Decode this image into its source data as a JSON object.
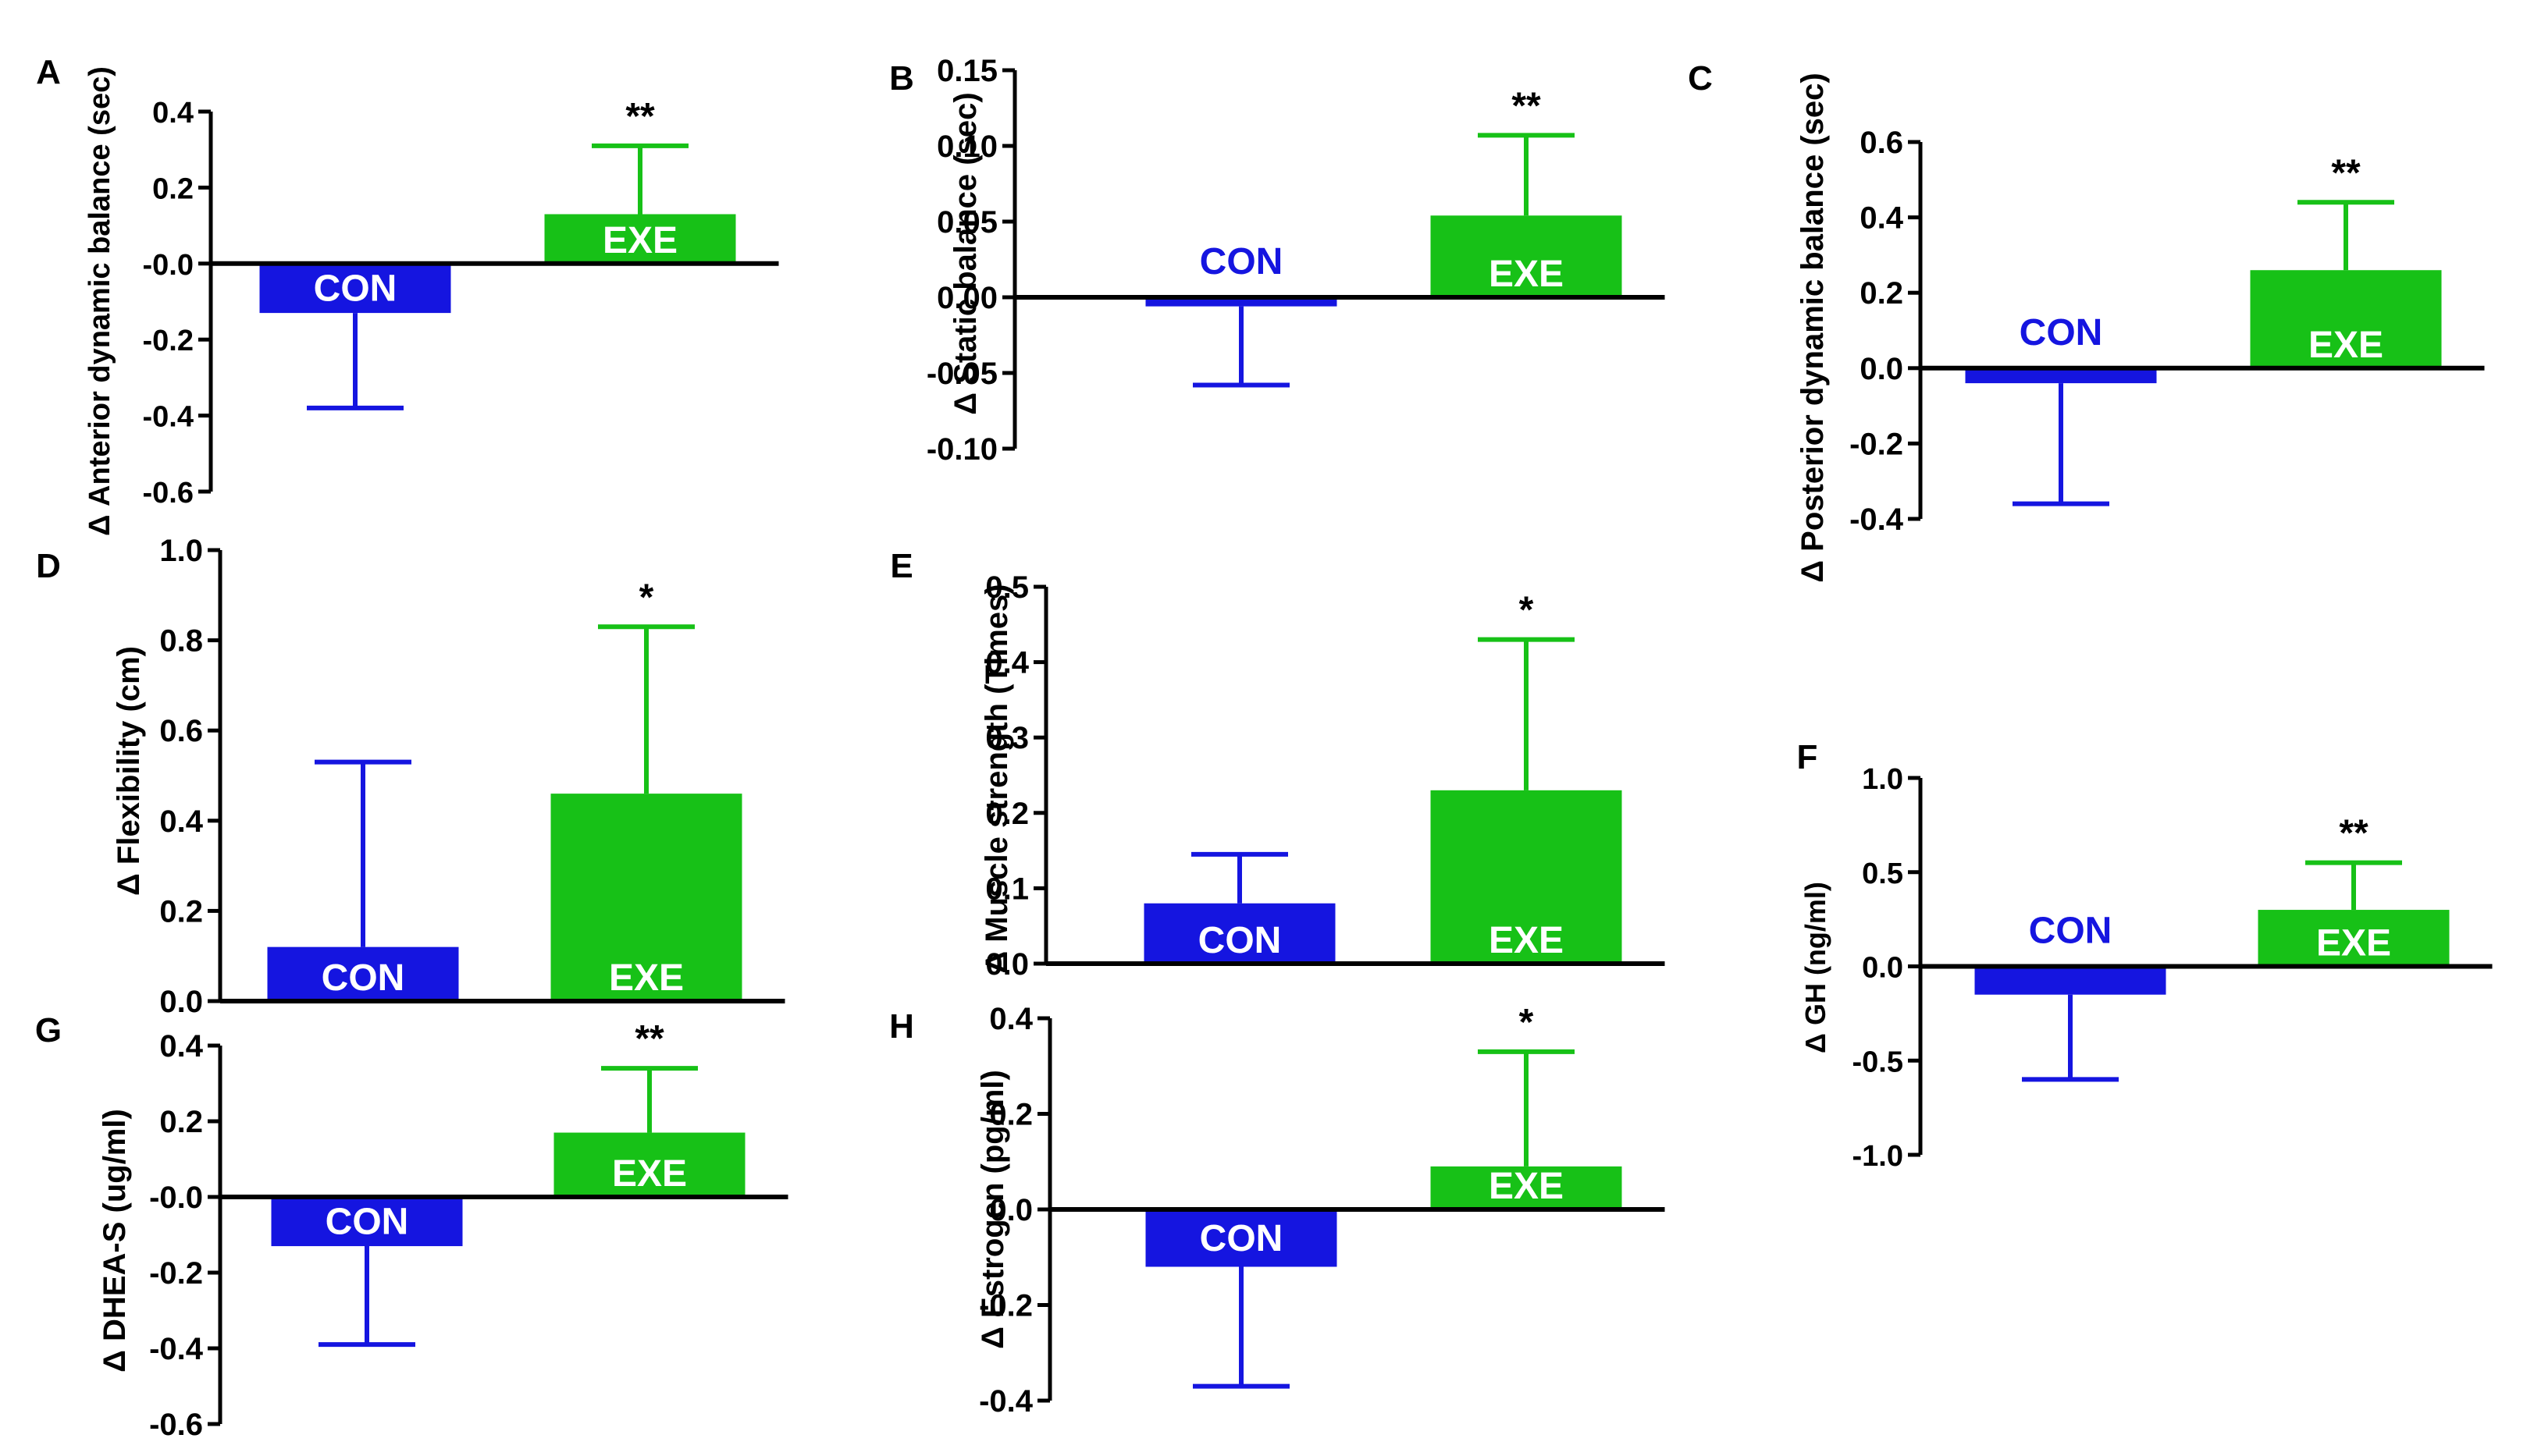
{
  "colors": {
    "con": "#1515e0",
    "exe": "#17c117",
    "axis": "#000000"
  },
  "chart_data": [
    {
      "panel": "A",
      "type": "bar",
      "ylabel": "Δ Anterior dynamic balance (sec)",
      "ticks": [
        "0.4",
        "0.2",
        "-0.0",
        "-0.2",
        "-0.4",
        "-0.6"
      ],
      "ylim": [
        -0.6,
        0.4
      ],
      "categories": [
        "CON",
        "EXE"
      ],
      "values": [
        -0.13,
        0.13
      ],
      "errors": [
        0.25,
        0.18
      ],
      "significance": "**"
    },
    {
      "panel": "B",
      "type": "bar",
      "ylabel": "Δ Static balance (sec)",
      "ticks": [
        "0.15",
        "0.10",
        "0.05",
        "0.00",
        "-0.05",
        "-0.10"
      ],
      "ylim": [
        -0.1,
        0.15
      ],
      "categories": [
        "CON",
        "EXE"
      ],
      "values": [
        -0.006,
        0.054
      ],
      "errors": [
        0.052,
        0.053
      ],
      "significance": "**"
    },
    {
      "panel": "C",
      "type": "bar",
      "ylabel": "Δ Posterior dynamic balance (sec)",
      "ticks": [
        "0.6",
        "0.4",
        "0.2",
        "0.0",
        "-0.2",
        "-0.4"
      ],
      "ylim": [
        -0.4,
        0.6
      ],
      "categories": [
        "CON",
        "EXE"
      ],
      "values": [
        -0.04,
        0.26
      ],
      "errors": [
        0.32,
        0.18
      ],
      "significance": "**"
    },
    {
      "panel": "D",
      "type": "bar",
      "ylabel": "Δ Flexibility (cm)",
      "ticks": [
        "1.0",
        "0.8",
        "0.6",
        "0.4",
        "0.2",
        "0.0"
      ],
      "ylim": [
        0,
        1.0
      ],
      "categories": [
        "CON",
        "EXE"
      ],
      "values": [
        0.12,
        0.46
      ],
      "errors": [
        0.41,
        0.37
      ],
      "significance": "*"
    },
    {
      "panel": "E",
      "type": "bar",
      "ylabel": "Δ Muscle strength (Times)",
      "ticks": [
        "0.5",
        "0.4",
        "0.3",
        "0.2",
        "0.1",
        "0.0"
      ],
      "ylim": [
        0,
        0.5
      ],
      "categories": [
        "CON",
        "EXE"
      ],
      "values": [
        0.08,
        0.23
      ],
      "errors": [
        0.065,
        0.2
      ],
      "significance": "*"
    },
    {
      "panel": "F",
      "type": "bar",
      "ylabel": "Δ GH (ng/ml)",
      "ticks": [
        "1.0",
        "0.5",
        "0.0",
        "-0.5",
        "-1.0"
      ],
      "ylim": [
        -1.0,
        1.0
      ],
      "categories": [
        "CON",
        "EXE"
      ],
      "values": [
        -0.15,
        0.3
      ],
      "errors": [
        0.45,
        0.25
      ],
      "significance": "**"
    },
    {
      "panel": "G",
      "type": "bar",
      "ylabel": "Δ DHEA-S (ug/ml)",
      "ticks": [
        "0.4",
        "0.2",
        "-0.0",
        "-0.2",
        "-0.4",
        "-0.6"
      ],
      "ylim": [
        -0.6,
        0.4
      ],
      "categories": [
        "CON",
        "EXE"
      ],
      "values": [
        -0.13,
        0.17
      ],
      "errors": [
        0.26,
        0.17
      ],
      "significance": "**"
    },
    {
      "panel": "H",
      "type": "bar",
      "ylabel": "Δ Estrogen (pg/ml)",
      "ticks": [
        "0.4",
        "0.2",
        "0.0",
        "-0.2",
        "-0.4"
      ],
      "ylim": [
        -0.4,
        0.4
      ],
      "categories": [
        "CON",
        "EXE"
      ],
      "values": [
        -0.12,
        0.09
      ],
      "errors": [
        0.25,
        0.24
      ],
      "significance": "*"
    }
  ]
}
